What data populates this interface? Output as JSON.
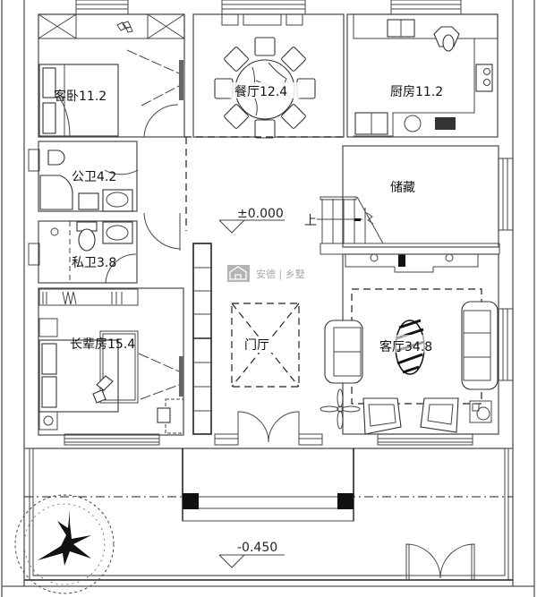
{
  "plan": {
    "type": "residential floor plan (ground floor)",
    "rooms": [
      {
        "id": "guest-bedroom",
        "name": "客卧",
        "area": "11.2",
        "label": "客卧11.2"
      },
      {
        "id": "dining-room",
        "name": "餐厅",
        "area": "12.4",
        "label": "餐厅12.4"
      },
      {
        "id": "kitchen",
        "name": "厨房",
        "area": "11.2",
        "label": "厨房11.2"
      },
      {
        "id": "public-bathroom",
        "name": "公卫",
        "area": "4.2",
        "label": "公卫4.2"
      },
      {
        "id": "storage",
        "name": "储藏",
        "area": "",
        "label": "储藏"
      },
      {
        "id": "private-bathroom",
        "name": "私卫",
        "area": "3.8",
        "label": "私卫3.8"
      },
      {
        "id": "elder-bedroom",
        "name": "长辈房",
        "area": "15.4",
        "label": "长辈房15.4"
      },
      {
        "id": "foyer",
        "name": "门厅",
        "area": "",
        "label": "门厅"
      },
      {
        "id": "living-room",
        "name": "客厅",
        "area": "34.8",
        "label": "客厅34.8"
      }
    ],
    "elevations": {
      "interior": "±0.000",
      "exterior": "-0.450"
    },
    "stair_label": "上",
    "watermark": {
      "text": "安德 | 乡墅",
      "icon": "house-logo-icon"
    },
    "colors": {
      "background": "#ffffff",
      "wall": "#555555",
      "line": "#222222",
      "watermark": "#9a9a9a"
    }
  }
}
